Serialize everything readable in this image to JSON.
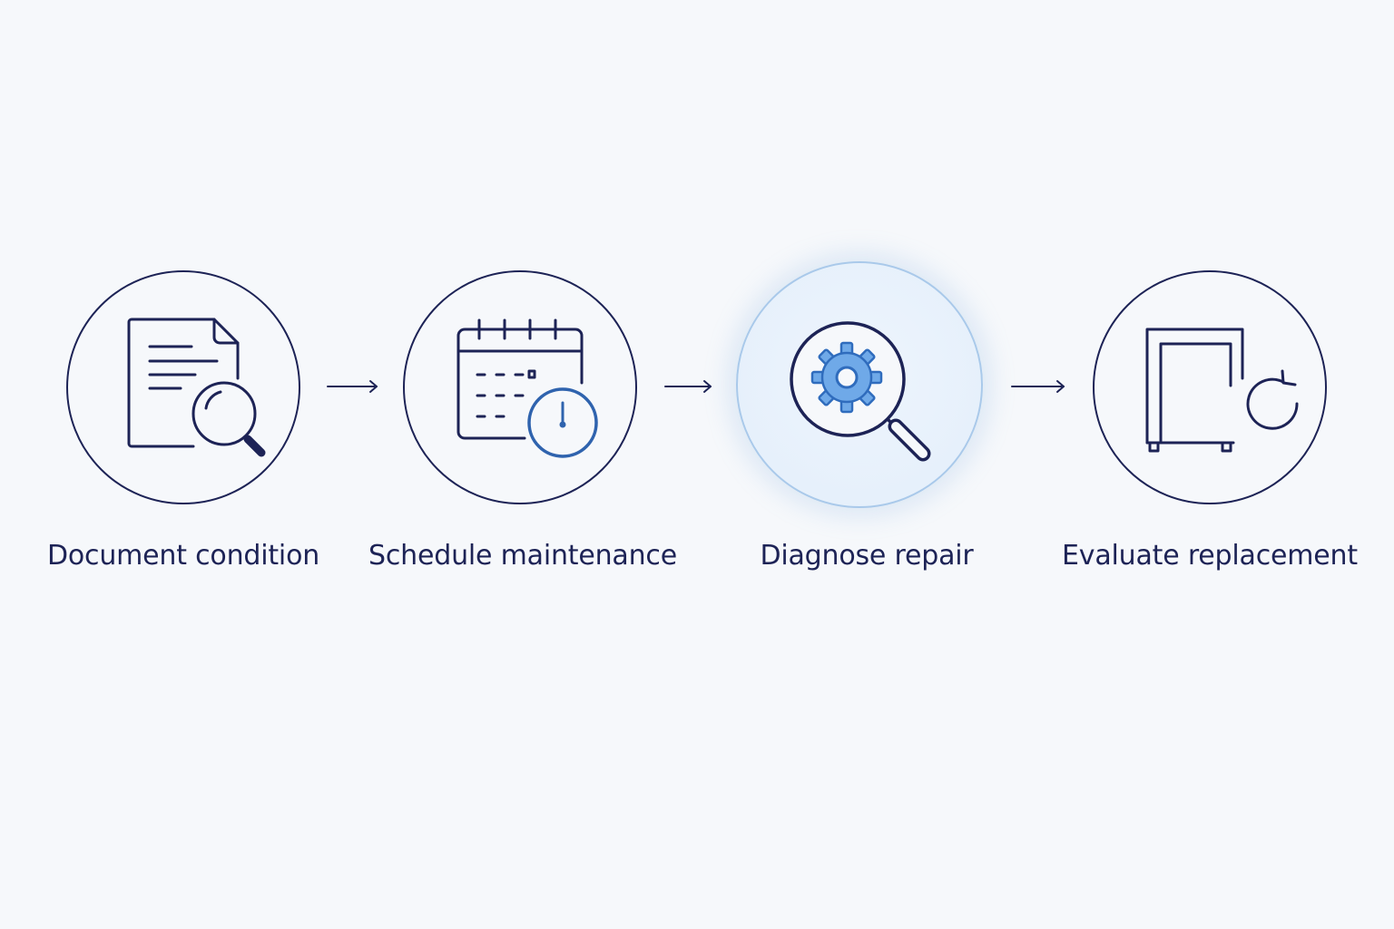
{
  "colors": {
    "background": "#f6f8fb",
    "line": "#1d2356",
    "accent": "#3b7fce",
    "accent_light": "#6fa9e8",
    "highlight_ring": "#a9c9ea"
  },
  "steps": [
    {
      "label": "Document condition",
      "icon": "document-search-icon",
      "active": false
    },
    {
      "label": "Schedule maintenance",
      "icon": "calendar-clock-icon",
      "active": false
    },
    {
      "label": "Diagnose repair",
      "icon": "gear-magnifier-icon",
      "active": true
    },
    {
      "label": "Evaluate replacement",
      "icon": "cabinet-refresh-icon",
      "active": false
    }
  ]
}
